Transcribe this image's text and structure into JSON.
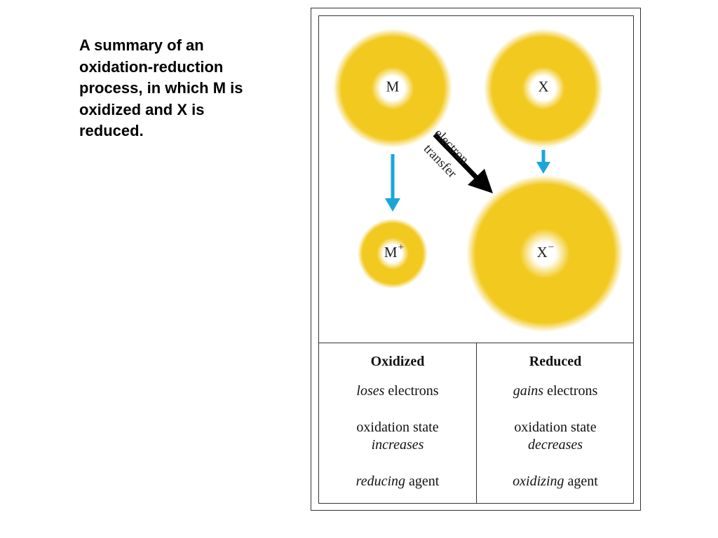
{
  "caption": "A summary of an oxidation-reduction process, in which M is oxidized and X is reduced.",
  "atoms": {
    "m": "M",
    "x": "X",
    "m_ion": "M",
    "m_ion_charge": "+",
    "x_ion": "X",
    "x_ion_charge": "−"
  },
  "transfer": {
    "line1": "electron",
    "line2": "transfer"
  },
  "colors": {
    "electron_cloud": "#f2c91f",
    "arrow_blue": "#1aa6d8",
    "arrow_black": "#000000"
  },
  "table": {
    "oxidized": {
      "heading": "Oxidized",
      "r1_em": "loses",
      "r1_rest": " electrons",
      "r2_plain": "oxidation state",
      "r2_em": "increases",
      "r3_em": "reducing",
      "r3_rest": " agent"
    },
    "reduced": {
      "heading": "Reduced",
      "r1_em": "gains",
      "r1_rest": " electrons",
      "r2_plain": "oxidation state",
      "r2_em": "decreases",
      "r3_em": "oxidizing",
      "r3_rest": " agent"
    }
  }
}
